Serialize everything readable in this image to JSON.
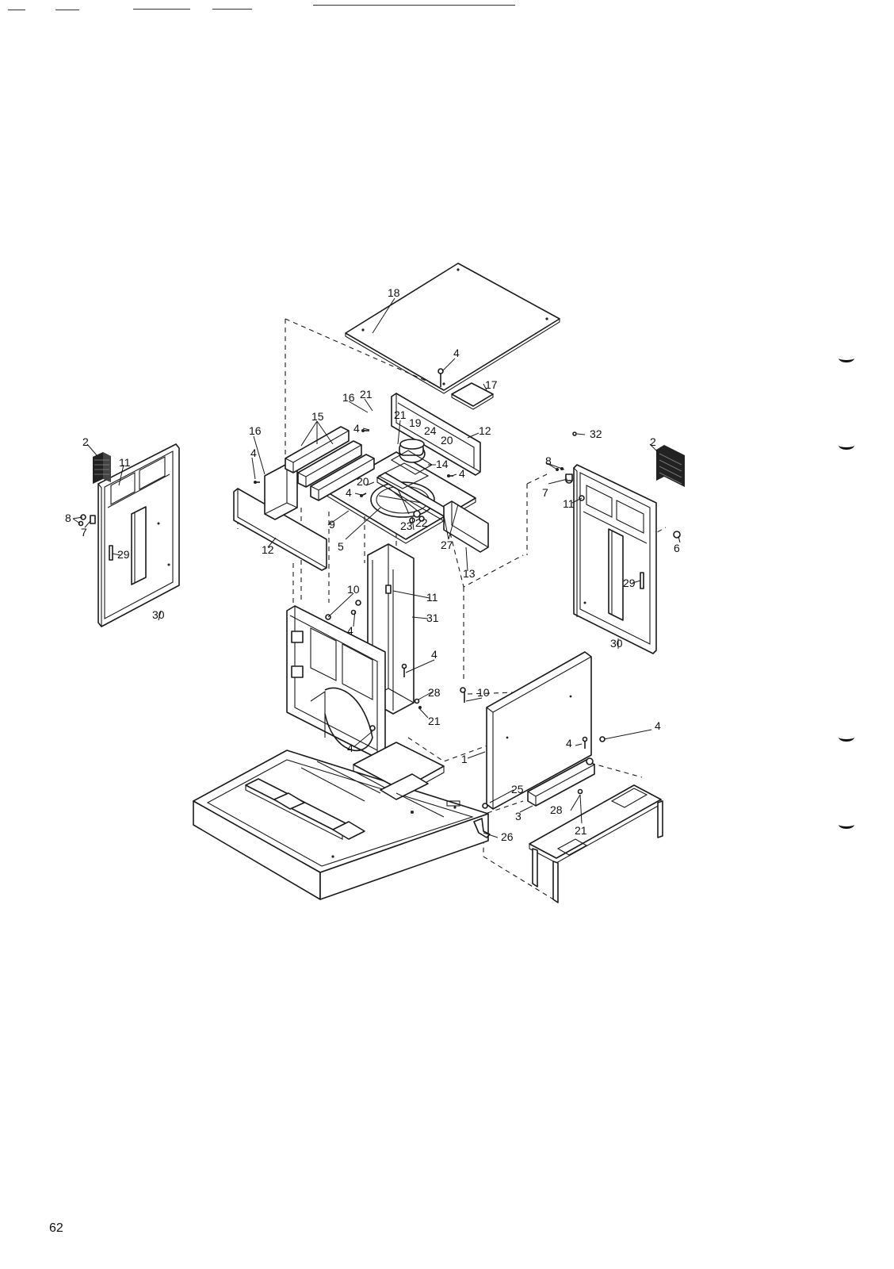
{
  "page_number": "62",
  "callouts": [
    "1",
    "2",
    "3",
    "4",
    "5",
    "6",
    "7",
    "8",
    "9",
    "10",
    "11",
    "12",
    "13",
    "14",
    "15",
    "16",
    "17",
    "18",
    "19",
    "20",
    "21",
    "22",
    "23",
    "24",
    "25",
    "26",
    "27",
    "28",
    "29",
    "30",
    "31",
    "32"
  ]
}
